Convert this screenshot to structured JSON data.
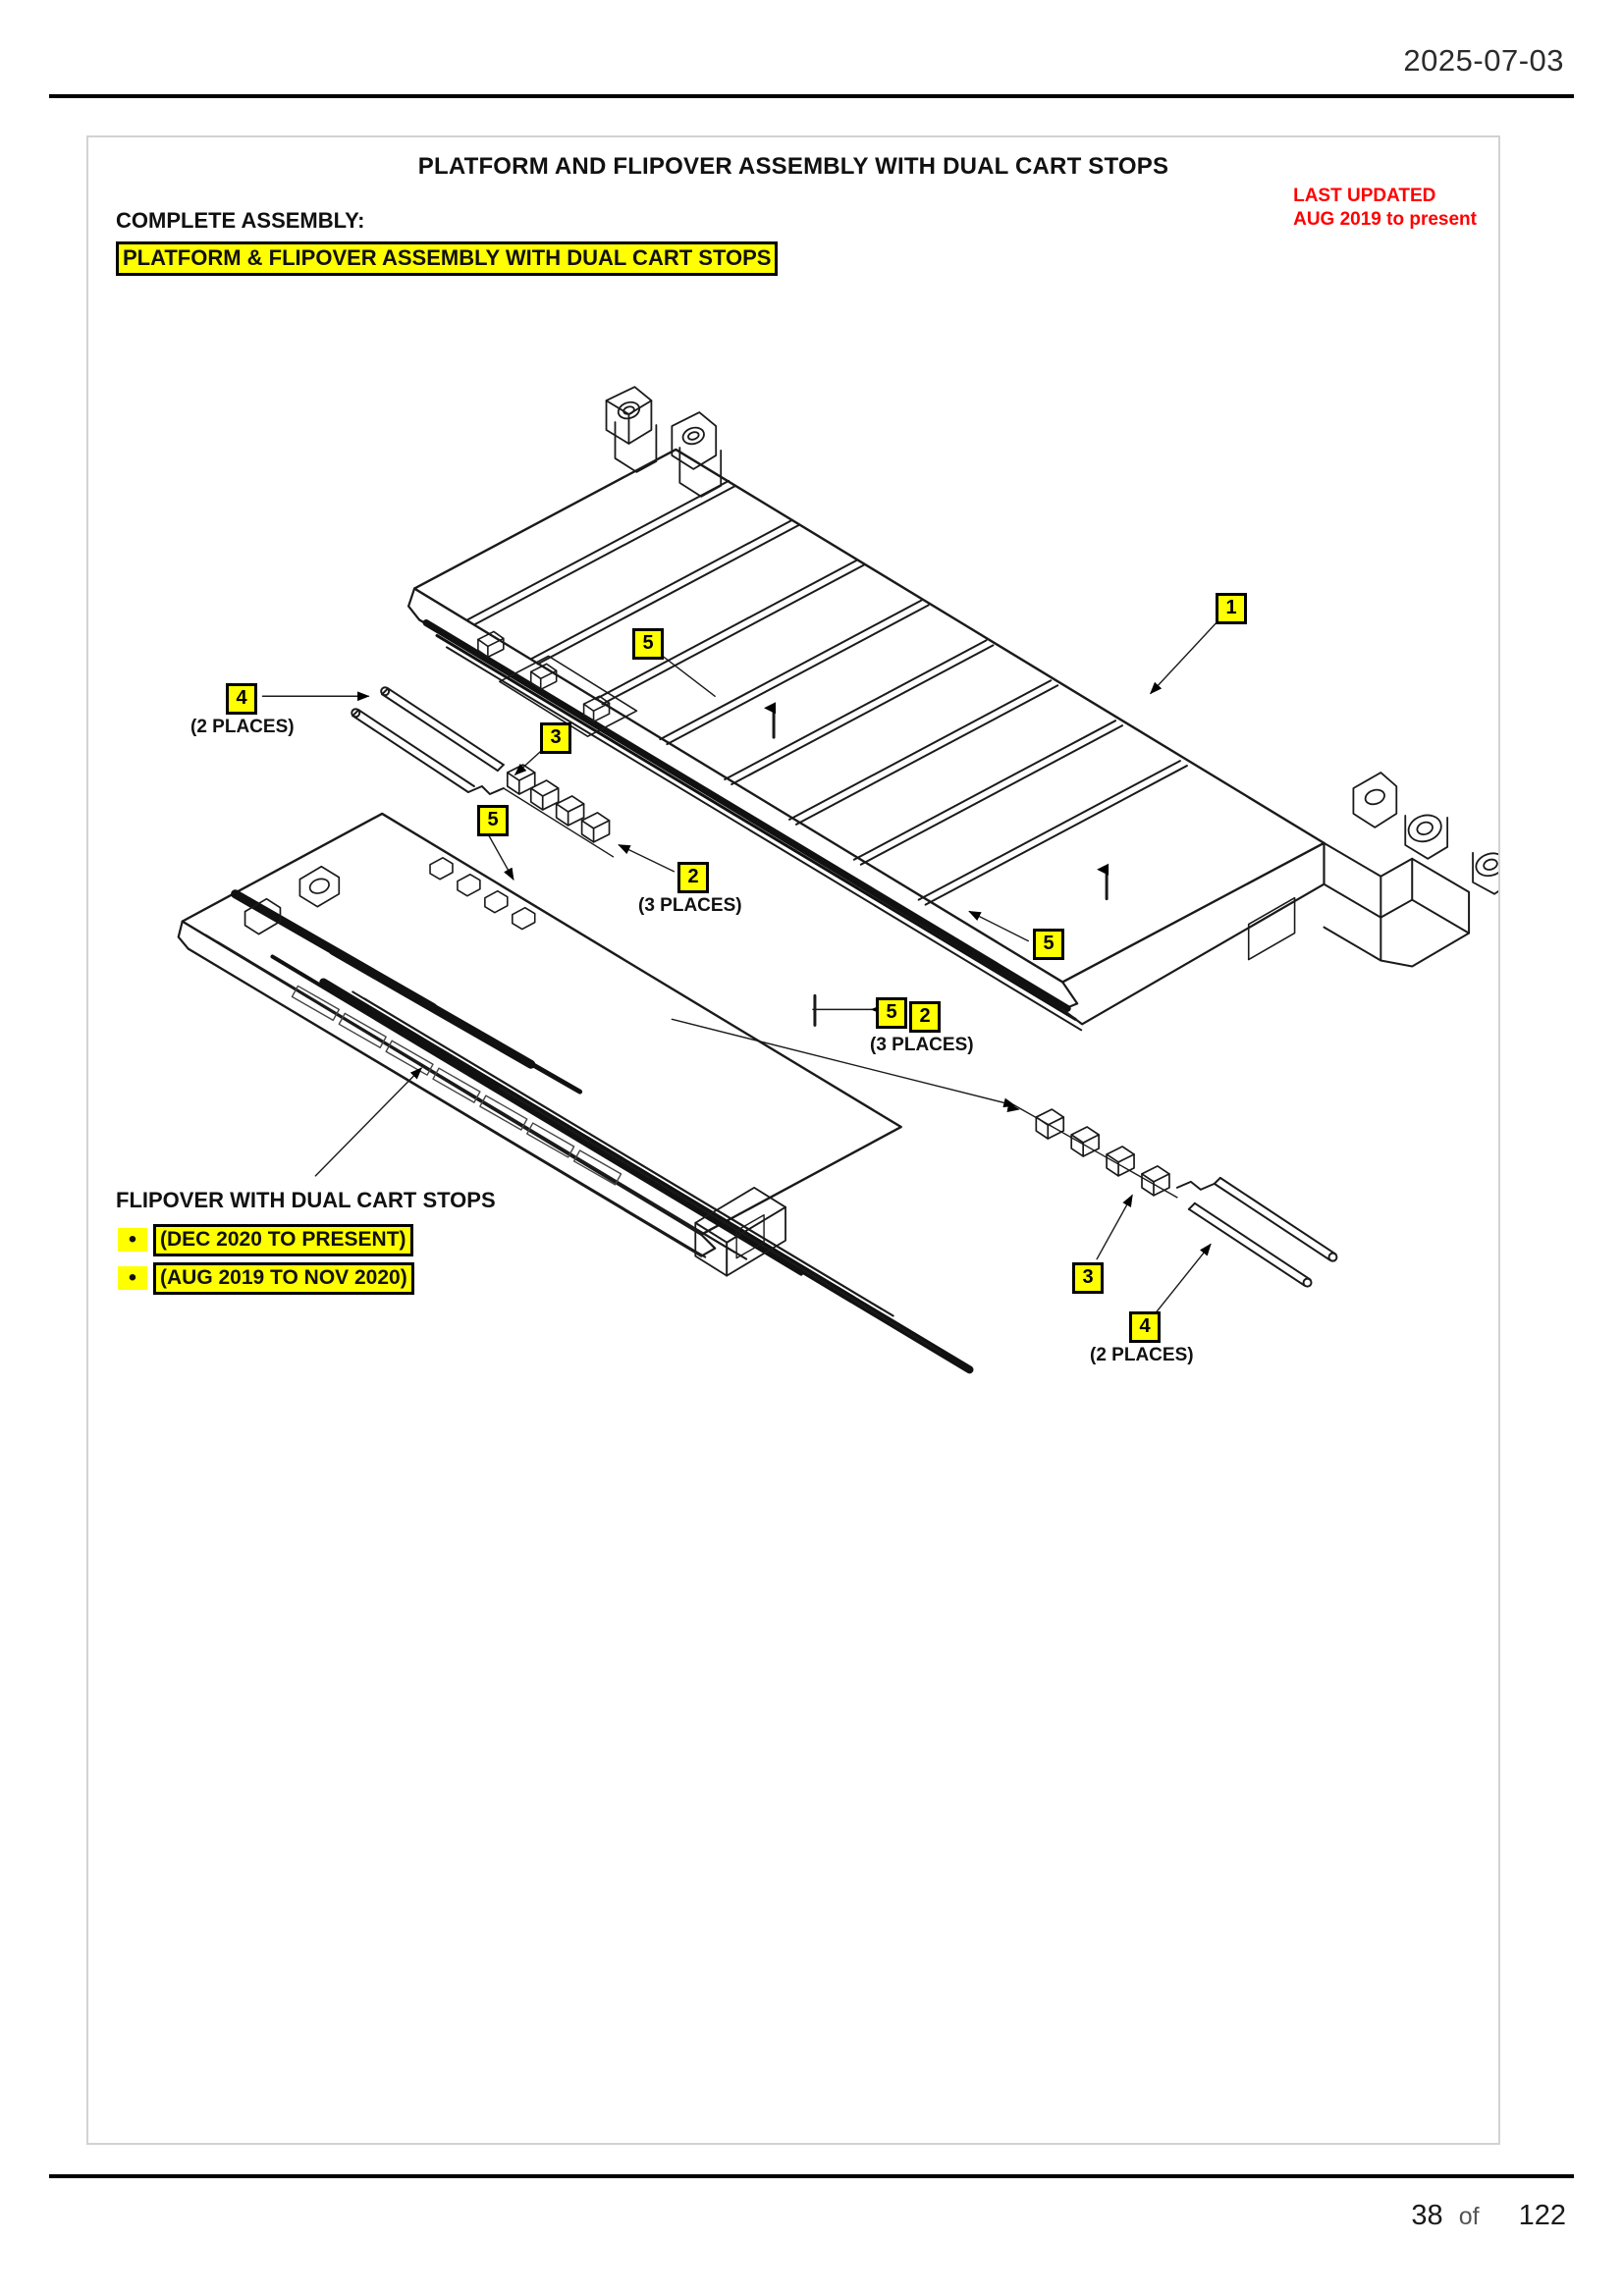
{
  "header": {
    "date": "2025-07-03"
  },
  "footer": {
    "page": "38",
    "of_label": "of",
    "total": "122"
  },
  "sheet": {
    "title": "PLATFORM AND FLIPOVER ASSEMBLY WITH DUAL CART STOPS",
    "last_updated_line1": "LAST UPDATED",
    "last_updated_line2": "AUG 2019 to present",
    "complete_assembly_label": "COMPLETE ASSEMBLY:",
    "complete_assembly_value": "PLATFORM & FLIPOVER ASSEMBLY WITH DUAL CART STOPS",
    "flipover_caption": "FLIPOVER WITH DUAL CART STOPS",
    "flipover_variants": [
      {
        "bullet": "•",
        "label": "(DEC 2020 TO PRESENT)"
      },
      {
        "bullet": "•",
        "label": "(AUG 2019 TO NOV 2020)"
      }
    ]
  },
  "colors": {
    "highlight": "#ffff00",
    "alert": "#ff0000",
    "ink": "#000000",
    "frame": "#d2d2d2"
  },
  "callouts": [
    {
      "id": "callout-4-upper",
      "number": "4",
      "note": "(2 PLACES)"
    },
    {
      "id": "callout-3-upper",
      "number": "3",
      "note": ""
    },
    {
      "id": "callout-5-upper-left",
      "number": "5",
      "note": ""
    },
    {
      "id": "callout-2-upper",
      "number": "2",
      "note": "(3 PLACES)"
    },
    {
      "id": "callout-5-platform-left",
      "number": "5",
      "note": ""
    },
    {
      "id": "callout-1-platform",
      "number": "1",
      "note": ""
    },
    {
      "id": "callout-5-platform-lower",
      "number": "5",
      "note": ""
    },
    {
      "id": "callout-2-lower",
      "number": "2",
      "note": "(3 PLACES)"
    },
    {
      "id": "callout-5-flipover",
      "number": "5",
      "note": ""
    },
    {
      "id": "callout-3-lower",
      "number": "3",
      "note": ""
    },
    {
      "id": "callout-4-lower",
      "number": "4",
      "note": "(2 PLACES)"
    }
  ]
}
